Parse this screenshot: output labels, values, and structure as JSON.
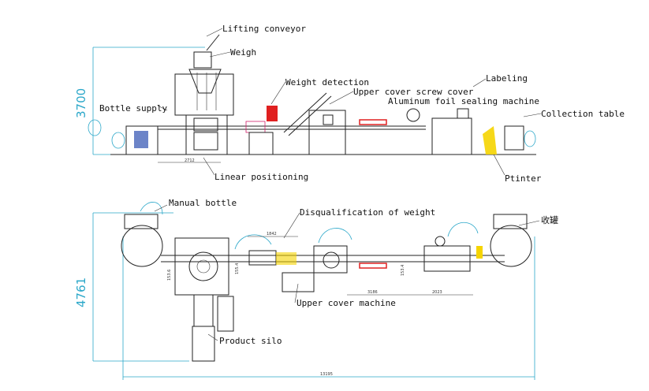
{
  "side_view": {
    "labels": {
      "lifting_conveyor": "Lifting conveyor",
      "weigh": "Weigh",
      "weight_detection": "Weight detection",
      "upper_cover_screw_cover": "Upper cover screw cover",
      "labeling": "Labeling",
      "aluminum_foil_sealing_machine": "Aluminum foil sealing machine",
      "bottle_supply": "Bottle supply",
      "collection_table": "Collection table",
      "linear_positioning": "Linear positioning",
      "printer": "Ptinter"
    },
    "dimensions": {
      "height": "3700",
      "line_length": "2712"
    }
  },
  "top_view": {
    "labels": {
      "manual_bottle": "Manual bottle",
      "disqualification_of_weight": "Disqualification of weight",
      "collect_can": "收罐",
      "upper_cover_machine": "Upper cover machine",
      "product_silo": "Product silo"
    },
    "dimensions": {
      "width": "4761",
      "total_length": "13195",
      "segment_a": "1842",
      "segment_b": "3186",
      "segment_c": "2023",
      "side_a": "153.6",
      "side_b": "155.4",
      "side_c": "153.4"
    }
  },
  "colors": {
    "dimension": "#2aa7c9",
    "conveyor_pink": "#d0206a",
    "reject_red": "#e02020",
    "printer_yellow": "#f5d400"
  }
}
